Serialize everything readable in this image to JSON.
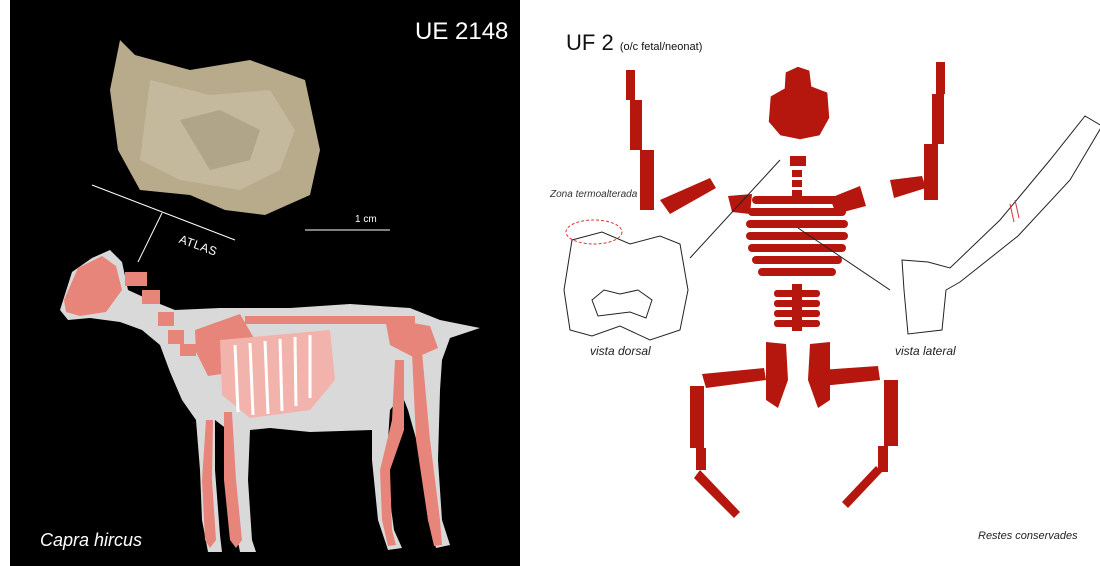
{
  "left_panel": {
    "sample_label": "UE 2148",
    "species": "Capra hircus",
    "bone_label": "ATLAS",
    "scale_label": "1 cm"
  },
  "right_panel": {
    "title": "UF 2",
    "subtitle": "(o/c fetal/neonat)",
    "zone_label": "Zona termoalterada",
    "view_dorsal": "vista dorsal",
    "view_lateral": "vista lateral",
    "legend": "Restes conservades"
  },
  "colors": {
    "left_background": "#000000",
    "preserved_bone_light": "#e8857a",
    "preserved_bone_dark": "#b5160d",
    "animal_silhouette": "#d9d9d9",
    "bone_fragment": "#b8ab8c"
  }
}
